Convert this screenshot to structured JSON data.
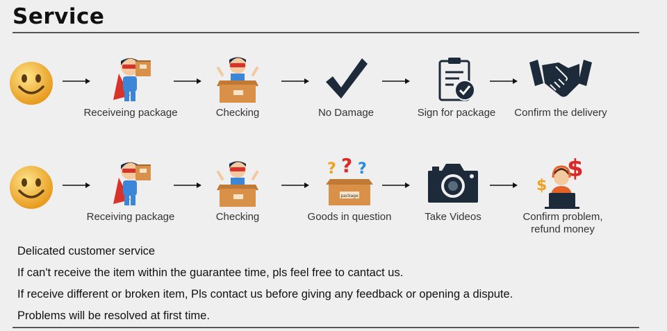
{
  "header": {
    "title": "Service"
  },
  "row1": {
    "steps": [
      {
        "label": "Receiveing package",
        "icon": "superhero-with-box-icon"
      },
      {
        "label": "Checking",
        "icon": "superhero-in-box-icon"
      },
      {
        "label": "No Damage",
        "icon": "checkmark-icon"
      },
      {
        "label": "Sign for package",
        "icon": "clipboard-check-icon"
      },
      {
        "label": "Confirm the delivery",
        "icon": "handshake-icon"
      }
    ]
  },
  "row2": {
    "steps": [
      {
        "label": "Receiving package",
        "icon": "superhero-with-box-icon"
      },
      {
        "label": "Checking",
        "icon": "superhero-in-box-icon"
      },
      {
        "label": "Goods in question",
        "icon": "box-question-icon",
        "box_text": "package"
      },
      {
        "label": "Take Videos",
        "icon": "camera-icon"
      },
      {
        "label": "Confirm problem,\nrefund money",
        "label_line1": "Confirm problem,",
        "label_line2": "refund money",
        "icon": "support-agent-dollar-icon"
      }
    ]
  },
  "notes": [
    "Delicated customer service",
    "If can't receive the item within the guarantee time, pls feel free to cantact us.",
    "If receive different or broken item, Pls contact us before giving any feedback or opening a dispute.",
    "Problems will be resolved at first time."
  ],
  "colors": {
    "smiley": "#f2b43a",
    "box": "#d9914a",
    "hero_suit": "#3b86d6",
    "hero_cape": "#d9322a",
    "icon_dark": "#1c2a3a",
    "question_orange": "#f0a020",
    "question_red": "#d92a2a",
    "question_blue": "#2a8ad9"
  }
}
